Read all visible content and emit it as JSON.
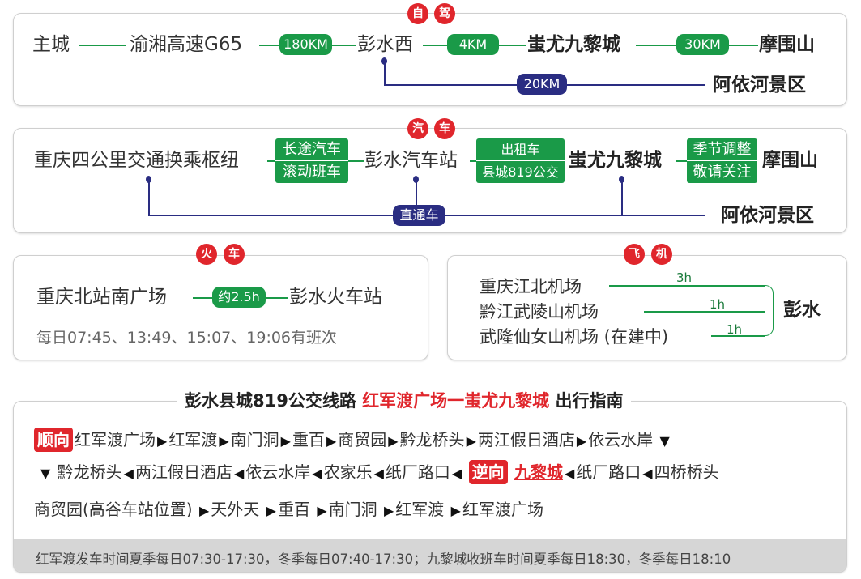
{
  "drive": {
    "badge": [
      "自",
      "驾"
    ],
    "nodes": [
      "主城",
      "渝湘高速G65",
      "彭水西",
      "蚩尤九黎城",
      "摩围山",
      "阿依河景区"
    ],
    "distances": [
      "180KM",
      "4KM",
      "30KM",
      "20KM"
    ]
  },
  "bus": {
    "badge": [
      "汽",
      "车"
    ],
    "nodes": [
      "重庆四公里交通换乘枢纽",
      "彭水汽车站",
      "蚩尤九黎城",
      "摩围山",
      "阿依河景区"
    ],
    "box1": [
      "长途汽车",
      "滚动班车"
    ],
    "box2": [
      "出租车",
      "县城819公交"
    ],
    "box3": [
      "季节调整",
      "敬请关注"
    ],
    "direct": "直通车"
  },
  "train": {
    "badge": [
      "火",
      "车"
    ],
    "from": "重庆北站南广场",
    "duration": "约2.5h",
    "to": "彭水火车站",
    "schedule": "每日07:45、13:49、15:07、19:06有班次"
  },
  "flight": {
    "badge": [
      "飞",
      "机"
    ],
    "airports": [
      "重庆江北机场",
      "黔江武陵山机场",
      "武隆仙女山机场 (在建中)"
    ],
    "durations": [
      "3h",
      "1h",
      "1h"
    ],
    "dest": "彭水"
  },
  "route819": {
    "title_a": "彭水县城819公交线路",
    "title_b": "红军渡广场一蚩尤九黎城",
    "title_c": "出行指南",
    "forward_tag": "顺向",
    "reverse_tag": "逆向",
    "row1": [
      "红军渡广场",
      "红军渡",
      "南门洞",
      "重百",
      "商贸园",
      "黔龙桥头",
      "两江假日酒店",
      "依云水岸"
    ],
    "row2": [
      "黔龙桥头",
      "两江假日酒店",
      "依云水岸",
      "农家乐",
      "纸厂路口"
    ],
    "row2_dest": "九黎城",
    "row2b": [
      "纸厂路口",
      "四桥桥头"
    ],
    "row3": [
      "商贸园(高谷车站位置)",
      "天外天",
      "重百",
      "南门洞",
      "红军渡",
      "红军渡广场"
    ],
    "footer": "红军渡发车时间夏季每日07:30-17:30，冬季每日07:40-17:30；九黎城收班车时间夏季每日18:30，冬季每日18:10"
  }
}
